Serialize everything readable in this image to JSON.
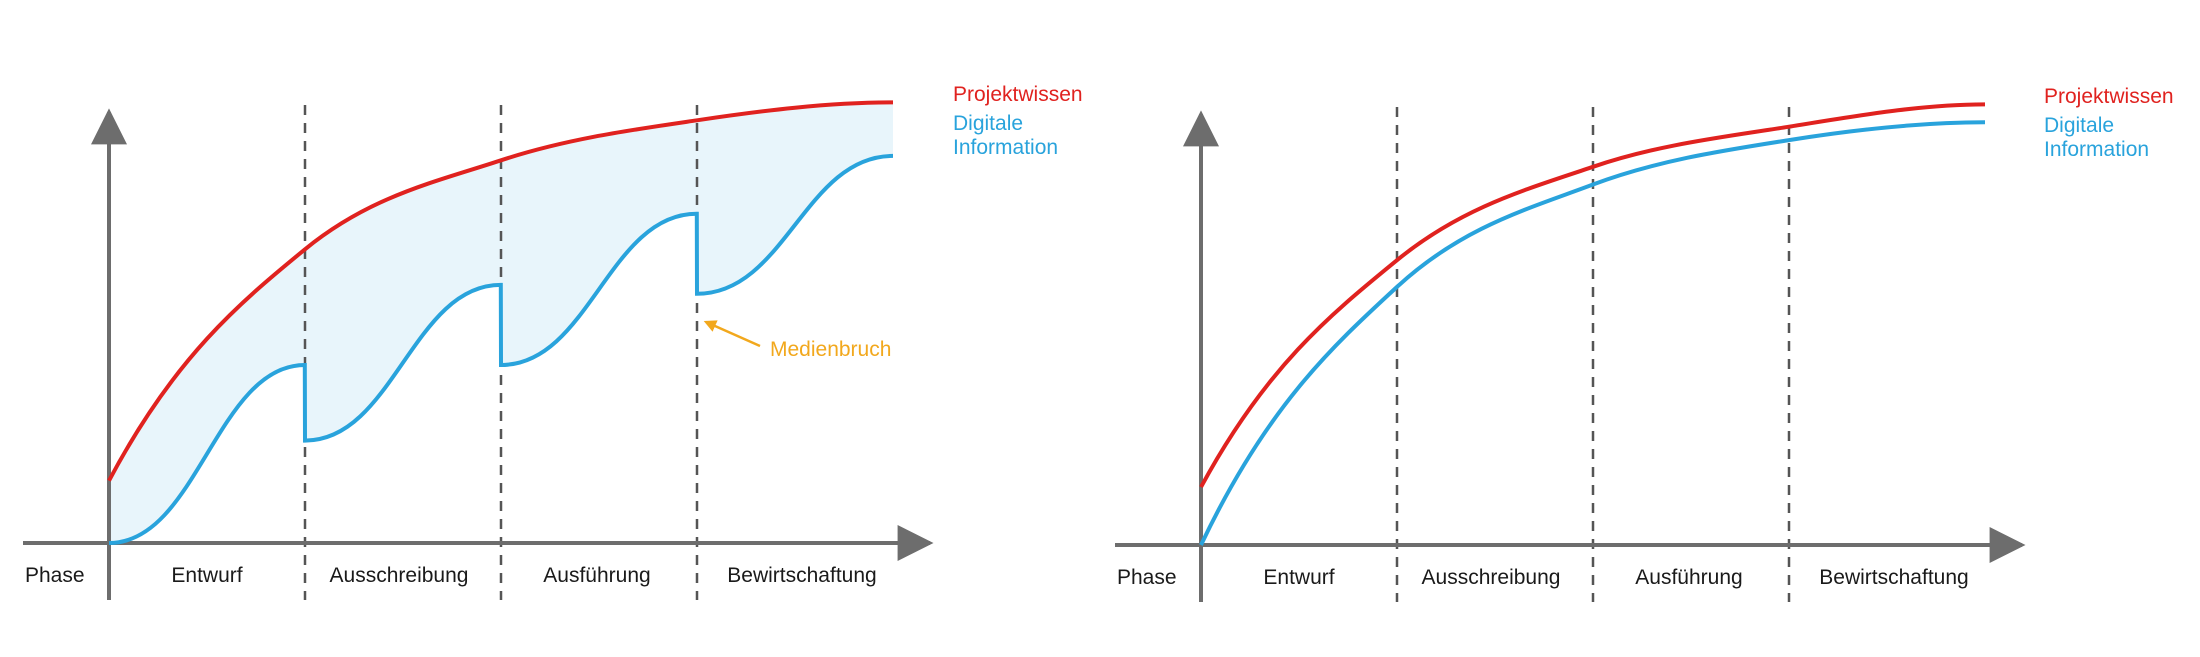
{
  "colors": {
    "projektwissen": "#e0221f",
    "digitale_information": "#29a3dc",
    "fill": "#e8f5fb",
    "axis": "#6d6d6d",
    "annotation": "#f2a81d"
  },
  "chart_data": [
    {
      "type": "line",
      "axis_label": "Phase",
      "phases": [
        "Entwurf",
        "Ausschreibung",
        "Ausführung",
        "Bewirtschaftung"
      ],
      "series": [
        {
          "name": "Projektwissen",
          "color": "#e0221f",
          "values": [
            [
              0,
              0.14
            ],
            [
              1,
              0.66
            ],
            [
              2,
              0.86
            ],
            [
              3,
              0.95
            ],
            [
              4,
              0.99
            ]
          ]
        },
        {
          "name": "Digitale Information",
          "color": "#29a3dc",
          "values": [
            [
              0,
              0.0
            ],
            [
              0.999,
              0.4
            ],
            [
              1.0,
              0.23
            ],
            [
              1.999,
              0.58
            ],
            [
              2.0,
              0.4
            ],
            [
              2.999,
              0.74
            ],
            [
              3.0,
              0.56
            ],
            [
              4,
              0.87
            ]
          ]
        }
      ],
      "legend": [
        "Projektwissen",
        "Digitale Information"
      ],
      "annotation": "Medienbruch",
      "fill_between": true,
      "grid": "dashed phase separators"
    },
    {
      "type": "line",
      "axis_label": "Phase",
      "phases": [
        "Entwurf",
        "Ausschreibung",
        "Ausführung",
        "Bewirtschaftung"
      ],
      "series": [
        {
          "name": "Projektwissen",
          "color": "#e0221f",
          "values": [
            [
              0,
              0.13
            ],
            [
              1,
              0.64
            ],
            [
              2,
              0.85
            ],
            [
              3,
              0.94
            ],
            [
              4,
              0.99
            ]
          ]
        },
        {
          "name": "Digitale Information",
          "color": "#29a3dc",
          "values": [
            [
              0,
              0.0
            ],
            [
              1,
              0.58
            ],
            [
              2,
              0.81
            ],
            [
              3,
              0.91
            ],
            [
              4,
              0.95
            ]
          ]
        }
      ],
      "legend": [
        "Projektwissen",
        "Digitale Information"
      ],
      "fill_between": false,
      "grid": "dashed phase separators"
    }
  ]
}
